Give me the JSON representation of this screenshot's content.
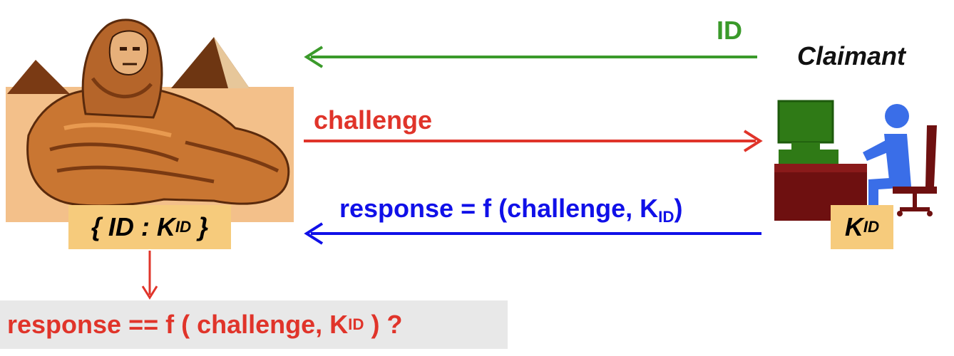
{
  "labels": {
    "id": "ID",
    "claimant": "Claimant",
    "challenge": "challenge",
    "response_prefix": "response = f (challenge, K",
    "response_sub": "ID",
    "response_suffix": ")"
  },
  "verifier_key": {
    "prefix": "{ ID : K",
    "sub": "ID",
    "suffix": " }"
  },
  "claimant_key": {
    "main": "K",
    "sub": "ID"
  },
  "check": {
    "prefix": "response == f ( challenge, K",
    "sub": "ID",
    "suffix": " ) ?"
  },
  "colors": {
    "id_arrow": "#3a9a2a",
    "challenge_arrow": "#e0342a",
    "response_arrow": "#1010e8",
    "key_box": "#f6cb7c",
    "check_box": "#e8e8e8"
  },
  "icons": {
    "verifier": "sphinx-with-pyramids-illustration",
    "claimant": "person-at-computer-desk-icon"
  }
}
